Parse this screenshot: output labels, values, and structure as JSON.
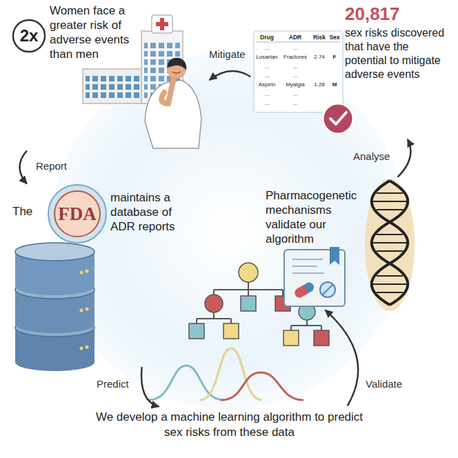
{
  "diagram": {
    "nodes": [
      {
        "text": [
          "2x",
          "Women face a greater risk of adverse events than men"
        ]
      },
      {
        "text": [
          "The",
          "FDA",
          "maintains a database of ADR reports"
        ]
      },
      {
        "text": [
          "We develop a machine learning algorithm to predict sex risks from these data"
        ]
      },
      {
        "text": [
          "Pharmacogenetic mechanisms validate our algorithm"
        ]
      },
      {
        "text": [
          "20,817",
          "sex risks discovered that have the potential to mitigate adverse events"
        ]
      }
    ],
    "edges": [
      {
        "from": 0,
        "to": 1,
        "arrow": "to",
        "label": "Report"
      },
      {
        "from": 1,
        "to": 2,
        "arrow": "to",
        "label": "Predict"
      },
      {
        "from": 2,
        "to": 3,
        "arrow": "to",
        "label": "Validate"
      },
      {
        "from": 3,
        "to": 4,
        "arrow": "to",
        "label": "Analyse"
      },
      {
        "from": 4,
        "to": 0,
        "arrow": "to",
        "label": "Mitigate"
      }
    ],
    "labels": [
      "Drug",
      "ADR",
      "Risk",
      "Sex",
      "...",
      "...",
      "Losartan",
      "Fractures",
      "2.74",
      "F",
      "...",
      "...",
      "...",
      "...",
      "Aspirin",
      "Myalgia",
      "1.28",
      "M",
      "...",
      "...",
      "...",
      "..."
    ]
  }
}
